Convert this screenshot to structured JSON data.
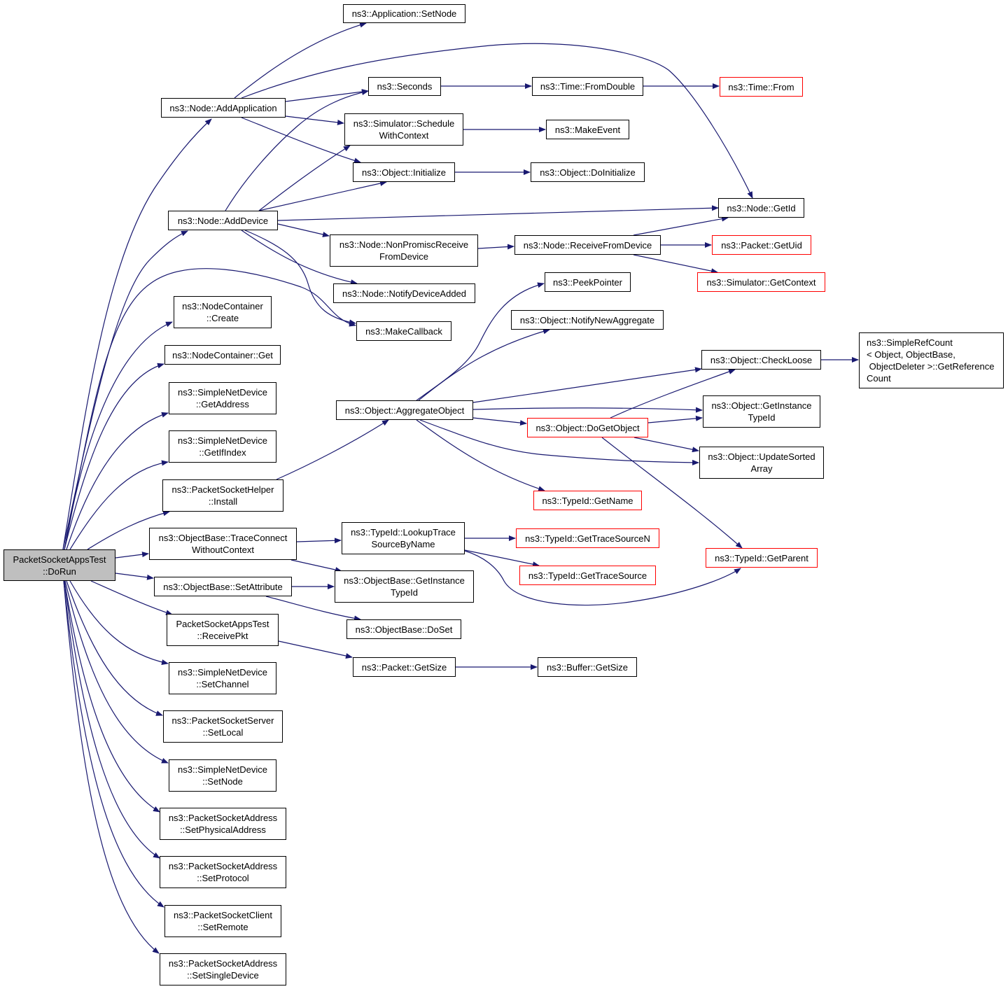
{
  "diagram": {
    "root": "PacketSocketAppsTest\n::DoRun",
    "edge_color": "#191970",
    "nodes": {
      "dorun": "PacketSocketAppsTest\n::DoRun",
      "app_setnode": "ns3::Application::SetNode",
      "node_addapp": "ns3::Node::AddApplication",
      "seconds": "ns3::Seconds",
      "time_fromdouble": "ns3::Time::FromDouble",
      "time_from": "ns3::Time::From",
      "sim_schedule": "ns3::Simulator::Schedule\nWithContext",
      "makeevent": "ns3::MakeEvent",
      "obj_initialize": "ns3::Object::Initialize",
      "obj_doinitialize": "ns3::Object::DoInitialize",
      "node_getid": "ns3::Node::GetId",
      "node_adddevice": "ns3::Node::AddDevice",
      "node_nonpromisc": "ns3::Node::NonPromiscReceive\nFromDevice",
      "node_receivefromdevice": "ns3::Node::ReceiveFromDevice",
      "packet_getuid": "ns3::Packet::GetUid",
      "sim_getcontext": "ns3::Simulator::GetContext",
      "node_notifydeviceadded": "ns3::Node::NotifyDeviceAdded",
      "peekpointer": "ns3::PeekPointer",
      "nodecontainer_create": "ns3::NodeContainer\n::Create",
      "makecallback": "ns3::MakeCallback",
      "obj_notifynewaggregate": "ns3::Object::NotifyNewAggregate",
      "nodecontainer_get": "ns3::NodeContainer::Get",
      "simplerefcount": "ns3::SimpleRefCount\n< Object, ObjectBase,\n ObjectDeleter >::GetReference\nCount",
      "obj_checkloose": "ns3::Object::CheckLoose",
      "snd_getaddress": "ns3::SimpleNetDevice\n::GetAddress",
      "obj_aggregateobject": "ns3::Object::AggregateObject",
      "obj_getinstancetypeid": "ns3::Object::GetInstance\nTypeId",
      "obj_dogetobject": "ns3::Object::DoGetObject",
      "snd_getifindex": "ns3::SimpleNetDevice\n::GetIfIndex",
      "obj_updatesortedarray": "ns3::Object::UpdateSorted\nArray",
      "psh_install": "ns3::PacketSocketHelper\n::Install",
      "typeid_getname": "ns3::TypeId::GetName",
      "ob_traceconnect": "ns3::ObjectBase::TraceConnect\nWithoutContext",
      "typeid_lookuptrace": "ns3::TypeId::LookupTrace\nSourceByName",
      "typeid_gettracesourcen": "ns3::TypeId::GetTraceSourceN",
      "typeid_getparent": "ns3::TypeId::GetParent",
      "typeid_gettracesource": "ns3::TypeId::GetTraceSource",
      "ob_setattribute": "ns3::ObjectBase::SetAttribute",
      "ob_getinstancetypeid": "ns3::ObjectBase::GetInstance\nTypeId",
      "psat_receivepkt": "PacketSocketAppsTest\n::ReceivePkt",
      "ob_doset": "ns3::ObjectBase::DoSet",
      "packet_getsize": "ns3::Packet::GetSize",
      "buffer_getsize": "ns3::Buffer::GetSize",
      "snd_setchannel": "ns3::SimpleNetDevice\n::SetChannel",
      "pss_setlocal": "ns3::PacketSocketServer\n::SetLocal",
      "snd_setnode": "ns3::SimpleNetDevice\n::SetNode",
      "psa_setphysical": "ns3::PacketSocketAddress\n::SetPhysicalAddress",
      "psa_setprotocol": "ns3::PacketSocketAddress\n::SetProtocol",
      "psc_setremote": "ns3::PacketSocketClient\n::SetRemote",
      "psa_setsingledevice": "ns3::PacketSocketAddress\n::SetSingleDevice"
    }
  }
}
